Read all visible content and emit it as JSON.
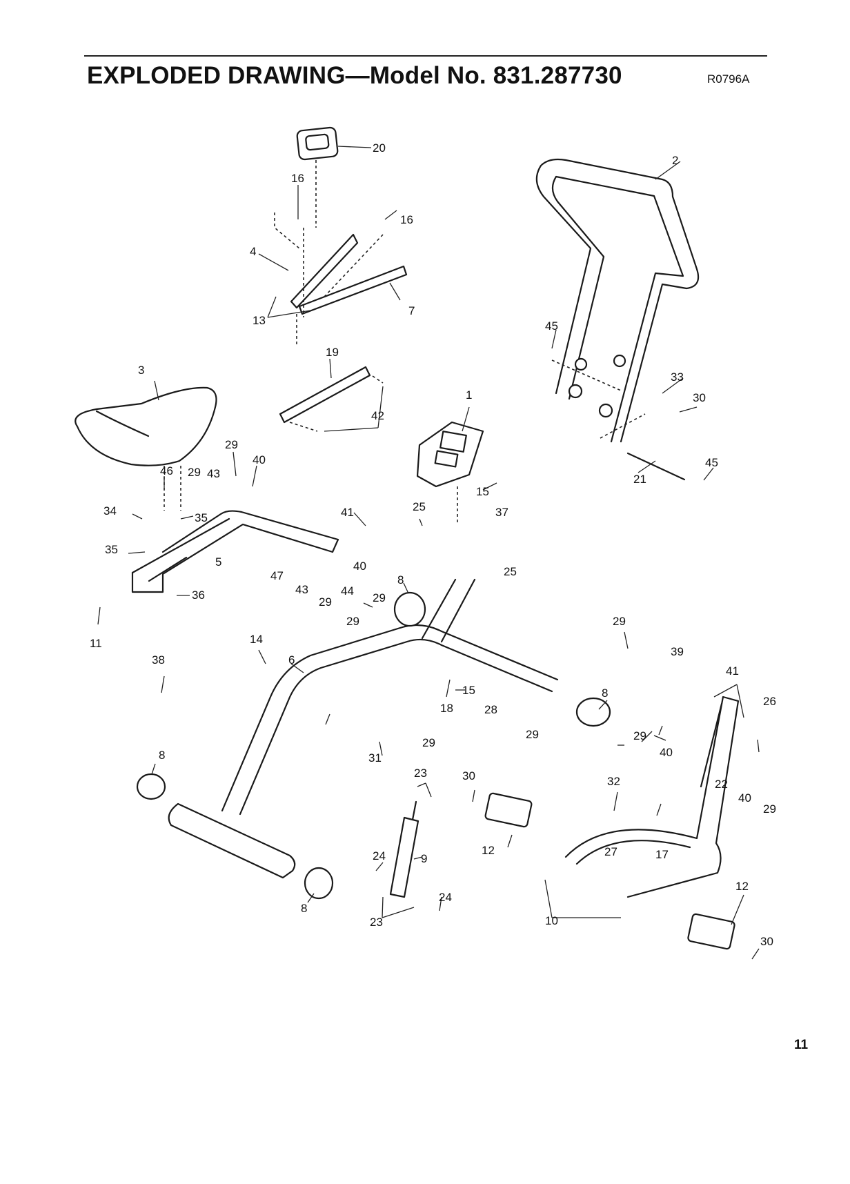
{
  "header": {
    "title": "EXPLODED DRAWING—Model No. 831.287730",
    "drawing_code": "R0796A"
  },
  "footer": {
    "page_number": "11"
  },
  "callouts": [
    "20",
    "16",
    "16",
    "4",
    "13",
    "7",
    "2",
    "45",
    "33",
    "30",
    "21",
    "45",
    "19",
    "42",
    "1",
    "3",
    "29",
    "46",
    "29",
    "43",
    "40",
    "34",
    "35",
    "35",
    "5",
    "11",
    "36",
    "38",
    "41",
    "40",
    "47",
    "43",
    "29",
    "44",
    "29",
    "15",
    "37",
    "25",
    "25",
    "8",
    "29",
    "14",
    "6",
    "18",
    "15",
    "28",
    "29",
    "8",
    "29",
    "39",
    "41",
    "26",
    "29",
    "40",
    "22",
    "40",
    "29",
    "31",
    "29",
    "8",
    "23",
    "30",
    "32",
    "12",
    "9",
    "24",
    "27",
    "17",
    "23",
    "24",
    "10",
    "12",
    "30",
    "8"
  ]
}
